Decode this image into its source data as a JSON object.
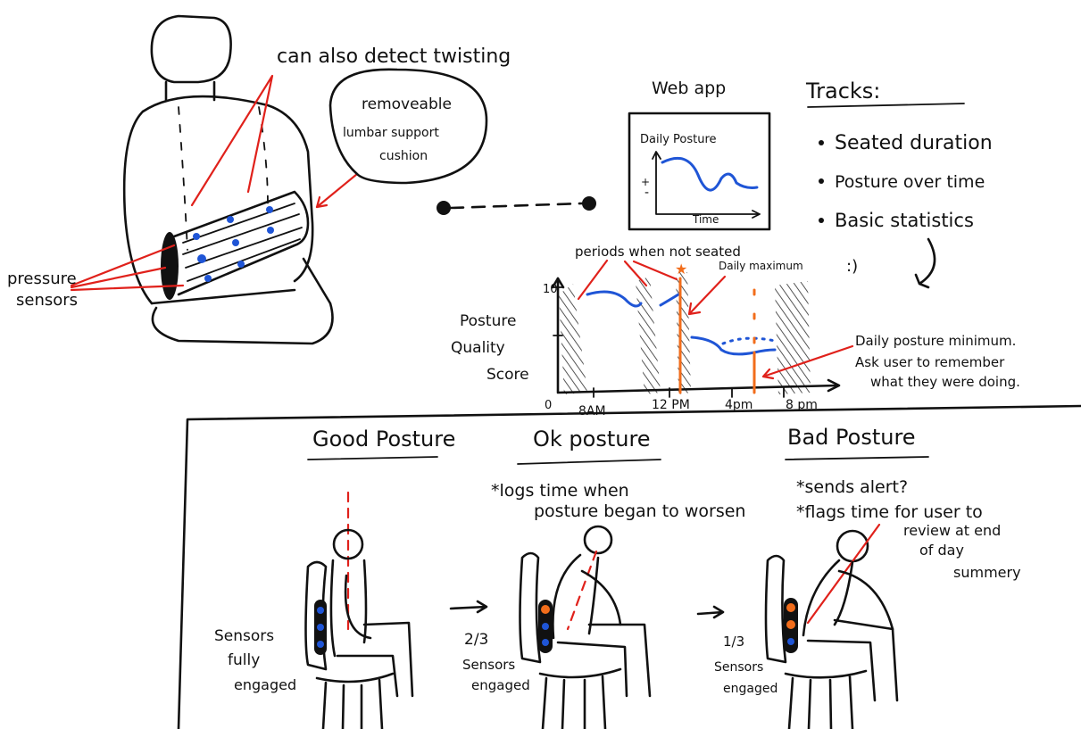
{
  "seat_section": {
    "twist_note": "can also detect twisting",
    "cushion_bubble": [
      "removeable",
      "lumbar support",
      "cushion"
    ],
    "pressure_label": [
      "pressure",
      "sensors"
    ]
  },
  "web_app": {
    "title": "Web app",
    "mini_chart_title": "Daily Posture",
    "mini_y_plus": "+",
    "mini_y_minus": "-",
    "mini_x_label": "Time"
  },
  "tracks": {
    "heading": "Tracks:",
    "items": [
      "Seated duration",
      "Posture over time",
      "Basic statistics"
    ]
  },
  "posture_chart": {
    "y_label": [
      "Posture",
      "Quality",
      "Score"
    ],
    "y_tick_top": "10",
    "y_tick_zero": "0",
    "x_ticks": [
      "8AM",
      "12 PM",
      "4pm",
      "8 pm"
    ],
    "note_periods": "periods when not seated",
    "note_max": "Daily maximum",
    "smiley": ":)",
    "note_min": [
      "Daily posture minimum.",
      "Ask user to remember",
      "what they were doing."
    ]
  },
  "postures": {
    "good": {
      "title": "Good Posture",
      "caption": [
        "Sensors",
        "fully",
        "engaged"
      ]
    },
    "ok": {
      "title": "Ok posture",
      "note": [
        "*logs time when",
        "posture began to worsen"
      ],
      "caption": [
        "2/3",
        "Sensors",
        "engaged"
      ]
    },
    "bad": {
      "title": "Bad Posture",
      "note": [
        "*sends alert?",
        "*flags time for user to",
        "review at end",
        "of day",
        "summery"
      ],
      "caption": [
        "1/3",
        "Sensors",
        "engaged"
      ]
    }
  },
  "colors": {
    "ink": "#111111",
    "red": "#e0211b",
    "blue": "#1f55d6",
    "orange": "#f26d1b",
    "hatch": "#555555"
  }
}
